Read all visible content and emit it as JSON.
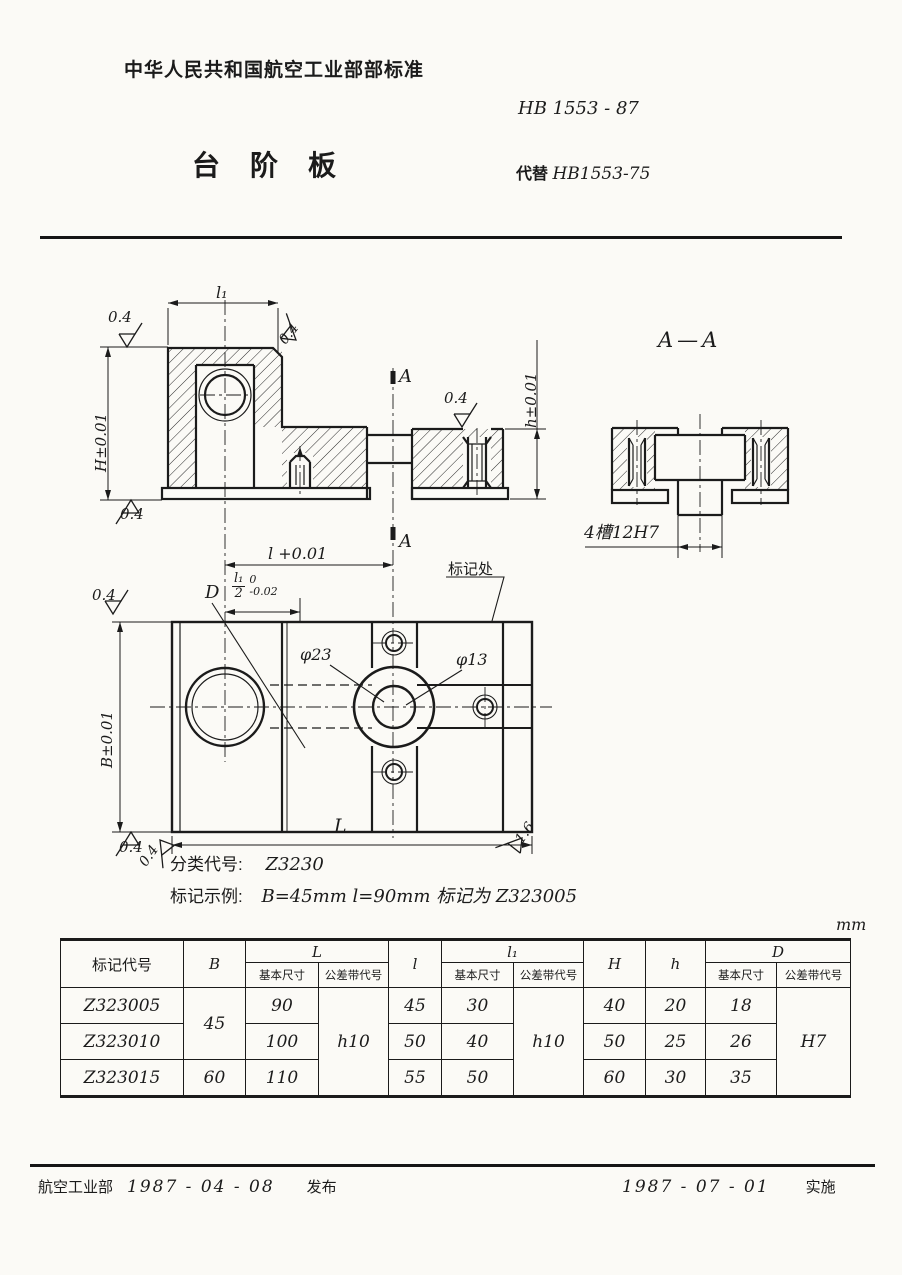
{
  "header": {
    "standard_name": "中华人民共和国航空工业部部标准",
    "standard_no": "HB 1553 - 87",
    "title": "台阶板",
    "replaces_label": "代替",
    "replaces_no": "HB1553-75"
  },
  "drawing": {
    "front_view": {
      "dim_l1": "l₁",
      "dim_H": "H±0.01",
      "dim_h": "h±0.01",
      "dim_l": "l +0.01",
      "section_letter": "A",
      "finish": "0.4"
    },
    "section_view": {
      "title": "A—A",
      "slot_note": "4槽12H7"
    },
    "plan_view": {
      "dim_D": "D",
      "dim_B": "B±0.01",
      "dim_L": "L",
      "phi23": "φ23",
      "phi13": "φ13",
      "mark_label": "标记处",
      "l1_num": "l₁",
      "l1_den": "2",
      "tol_up": "0",
      "tol_dn": "-0.02",
      "f04": "0.4",
      "f16": "1.6"
    }
  },
  "classification": {
    "label": "分类代号:",
    "value": "Z3230"
  },
  "example": {
    "label": "标记示例:",
    "text": "B=45mm  l=90mm  标记为 Z323005"
  },
  "table": {
    "unit": "mm",
    "col_code": "标记代号",
    "col_B": "B",
    "col_L": "L",
    "col_l": "l",
    "col_l1": "l₁",
    "col_H": "H",
    "col_h": "h",
    "col_D": "D",
    "sub_basic": "基本尺寸",
    "sub_tol": "公差带代号",
    "merged": {
      "L_tol": "h10",
      "l1_tol": "h10",
      "D_tol": "H7"
    },
    "rows": [
      {
        "code": "Z323005",
        "B": "45",
        "L_basic": "90",
        "l": "45",
        "l1_basic": "30",
        "H": "40",
        "h": "20",
        "D_basic": "18"
      },
      {
        "code": "Z323010",
        "L_basic": "100",
        "l": "50",
        "l1_basic": "40",
        "H": "50",
        "h": "25",
        "D_basic": "26"
      },
      {
        "code": "Z323015",
        "B": "60",
        "L_basic": "110",
        "l": "55",
        "l1_basic": "50",
        "H": "60",
        "h": "30",
        "D_basic": "35"
      }
    ]
  },
  "footer": {
    "issuer": "航空工业部",
    "issue_date": "1987 - 04 - 08",
    "issue_word": "发布",
    "impl_date": "1987 - 07 - 01",
    "impl_word": "实施"
  }
}
